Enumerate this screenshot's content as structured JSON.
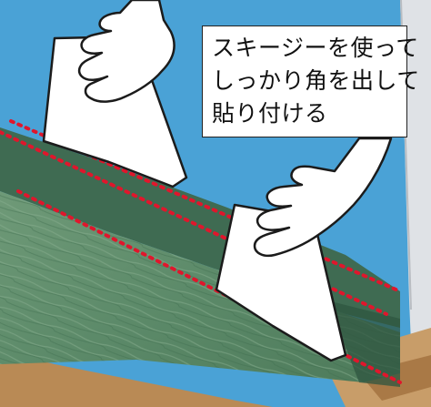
{
  "callout": {
    "lines": [
      "スキージーを使って",
      "しっかり角を出して",
      "貼り付ける"
    ]
  },
  "colors": {
    "wall": "#4aa2d6",
    "wall_strip": "#dfe2e6",
    "film_dark": "#3f6b52",
    "film_wood": "#5f8f6e",
    "floor_wood": "#b98a55",
    "guide_line": "#e0162c"
  },
  "icons": [
    "hand-with-squeegee-illustration",
    "hand-with-squeegee-illustration"
  ]
}
